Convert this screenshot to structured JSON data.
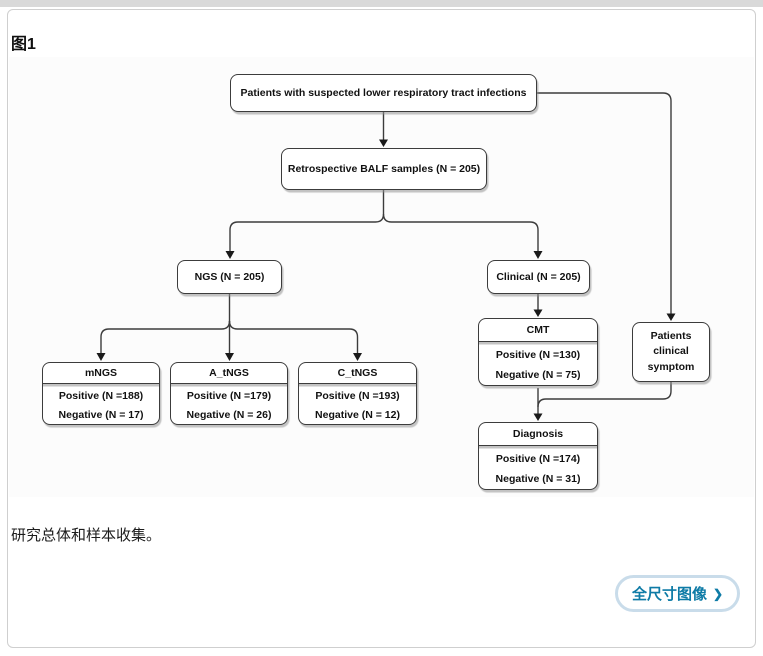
{
  "page": {
    "figure_label": "图1",
    "caption": "研究总体和样本收集。",
    "button": {
      "label": "全尺寸图像",
      "chevron": "❯"
    }
  },
  "flowchart": {
    "top_box": "Patients with suspected  lower respiratory tract infections",
    "retro_box": "Retrospective BALF samples (N = 205)",
    "ngs_box": "NGS (N = 205)",
    "clinical_box": "Clinical (N = 205)",
    "symptom_box": "Patients\nclinical\nsymptom",
    "mngs": {
      "title": "mNGS",
      "positive": "Positive (N =188)",
      "negative": "Negative (N = 17)"
    },
    "atngs": {
      "title": "A_tNGS",
      "positive": "Positive (N =179)",
      "negative": "Negative (N = 26)"
    },
    "ctngs": {
      "title": "C_tNGS",
      "positive": "Positive (N =193)",
      "negative": "Negative (N = 12)"
    },
    "cmt": {
      "title": "CMT",
      "positive": "Positive (N =130)",
      "negative": "Negative (N = 75)"
    },
    "diagnosis": {
      "title": "Diagnosis",
      "positive": "Positive (N =174)",
      "negative": "Negative (N = 31)"
    }
  }
}
